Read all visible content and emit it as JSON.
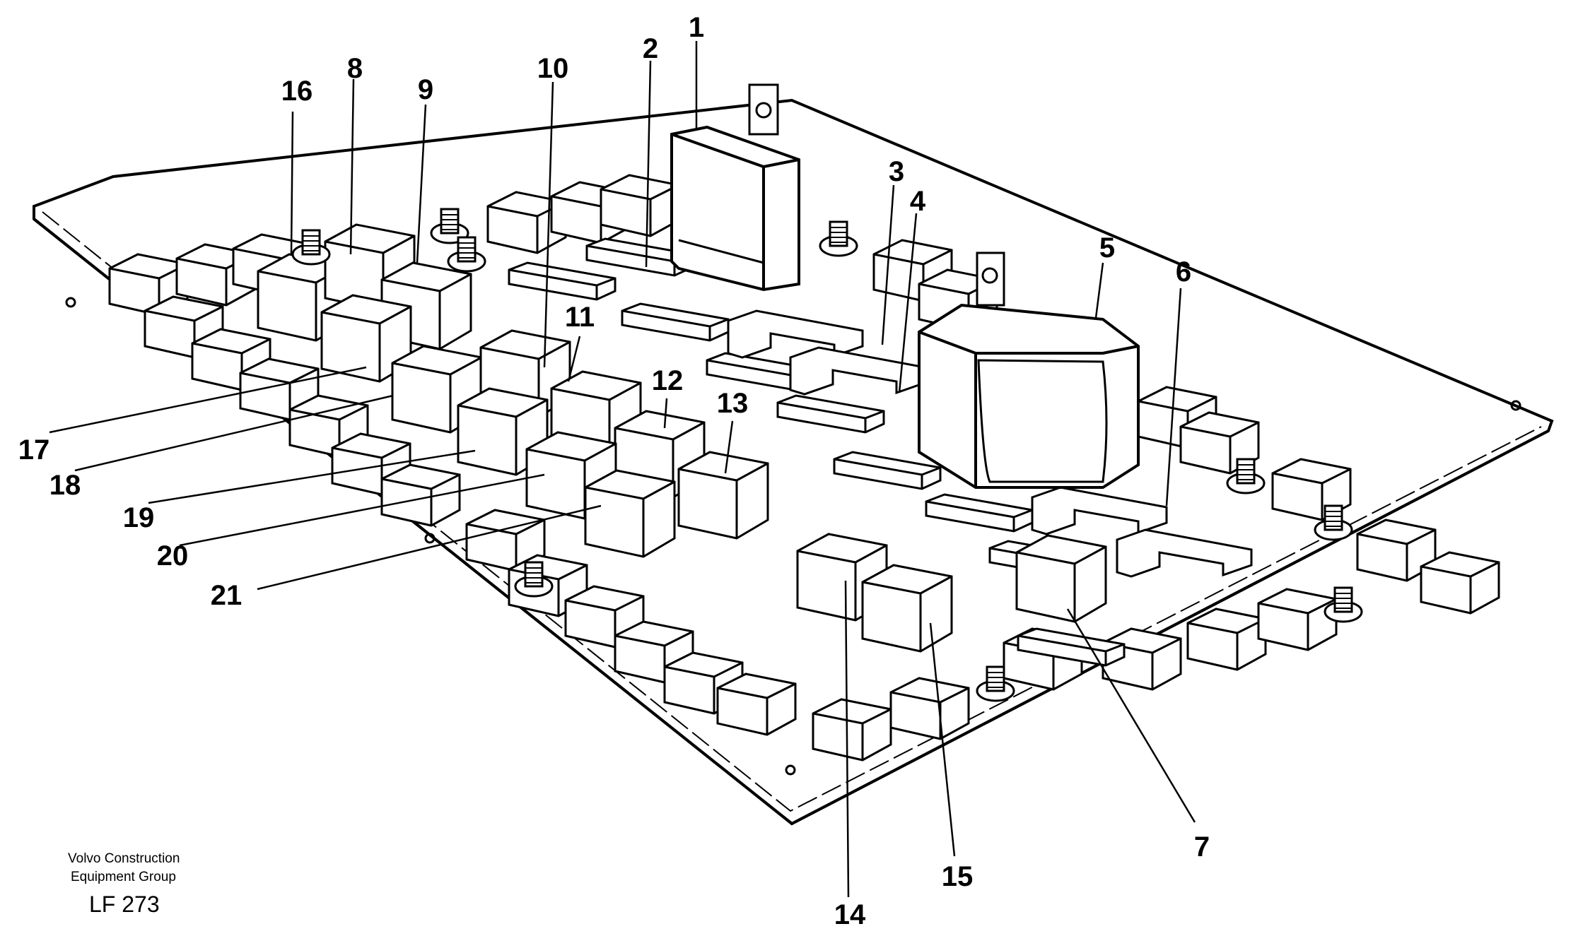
{
  "figure": {
    "company_line1": "Volvo Construction",
    "company_line2": "Equipment Group",
    "figure_code": "LF 273"
  },
  "part_labels": [
    "1",
    "2",
    "3",
    "4",
    "5",
    "6",
    "7",
    "8",
    "9",
    "10",
    "11",
    "12",
    "13",
    "14",
    "15",
    "16",
    "17",
    "18",
    "19",
    "20",
    "21"
  ],
  "colors": {
    "line": "#000000",
    "background": "#ffffff",
    "fill": "#ffffff"
  }
}
